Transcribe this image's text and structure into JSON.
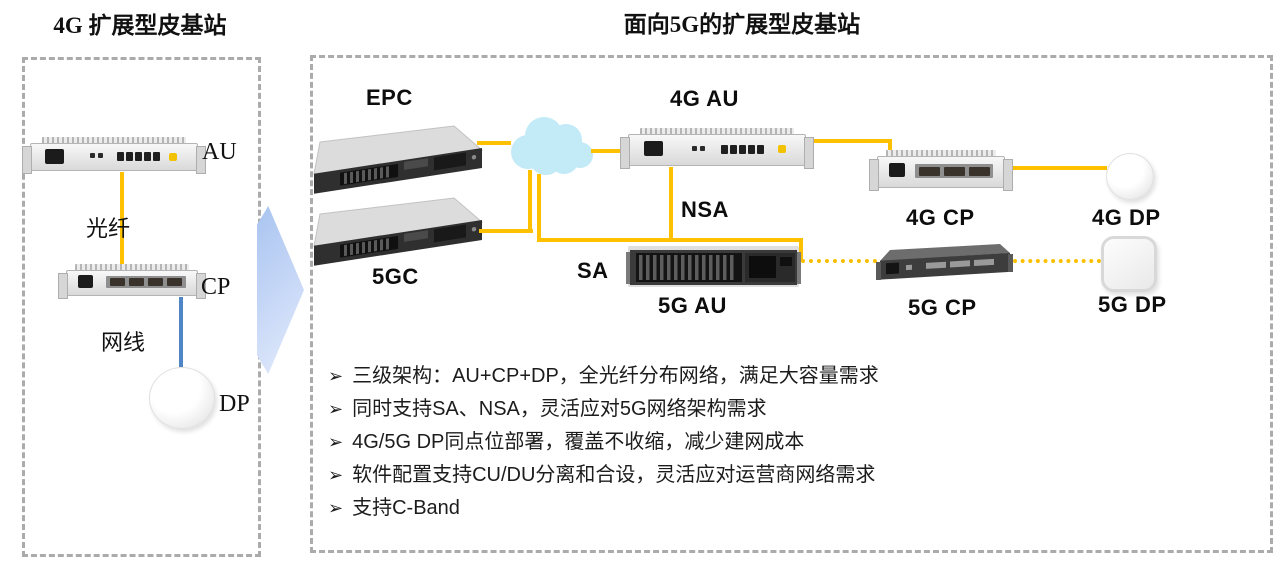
{
  "left_panel": {
    "title": "4G 扩展型皮基站",
    "au_label": "AU",
    "cp_label": "CP",
    "dp_label": "DP",
    "fiber_label": "光纤",
    "cable_label": "网线"
  },
  "right_panel": {
    "title": "面向5G的扩展型皮基站",
    "epc_label": "EPC",
    "fivegc_label": "5GC",
    "au4g_label": "4G AU",
    "nsa_label": "NSA",
    "sa_label": "SA",
    "au5g_label": "5G AU",
    "cp4g_label": "4G CP",
    "dp4g_label": "4G DP",
    "cp5g_label": "5G CP",
    "dp5g_label": "5G DP",
    "bullet_char": "➢",
    "bullets": [
      "三级架构：AU+CP+DP，全光纤分布网络，满足大容量需求",
      "同时支持SA、NSA，灵活应对5G网络架构需求",
      "4G/5G DP同点位部署，覆盖不收缩，减少建网成本",
      "软件配置支持CU/DU分离和合设，灵活应对运营商网络需求",
      "支持C-Band"
    ]
  },
  "colors": {
    "fiber_line": "#FFC000",
    "ethernet_line": "#4F86C6",
    "cloud": "#C3EAF7",
    "dashed_border": "#ABABAB",
    "arrow_fill": "#B9CDF2"
  }
}
